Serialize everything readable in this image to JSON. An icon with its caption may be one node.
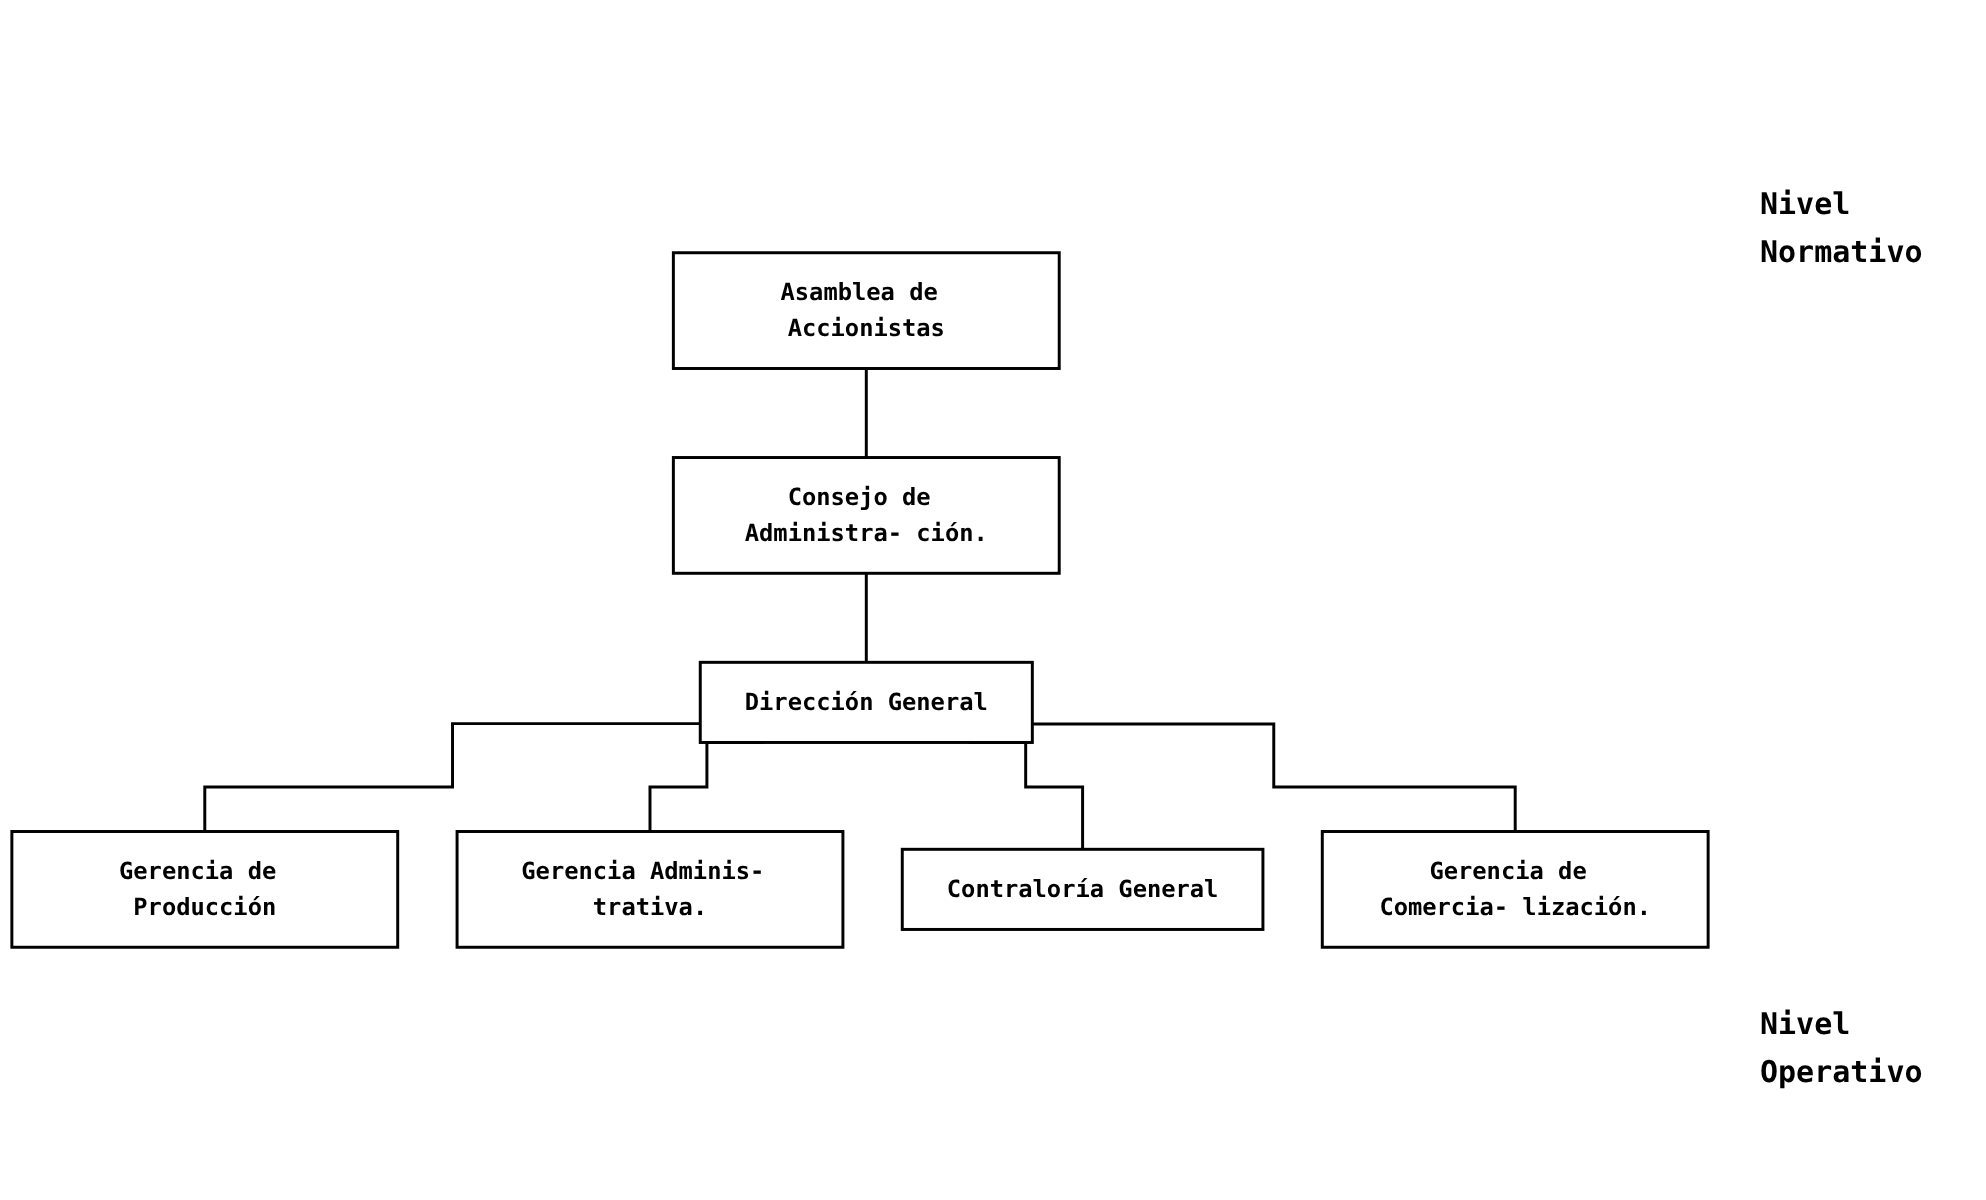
{
  "diagram": {
    "nodes": [
      {
        "text": [
          "Asamblea de Accionistas"
        ]
      },
      {
        "text": [
          "Consejo de Administra- ción."
        ]
      },
      {
        "text": [
          "Dirección General"
        ]
      },
      {
        "text": [
          "Gerencia de Producción"
        ]
      },
      {
        "text": [
          "Gerencia Adminis- trativa."
        ]
      },
      {
        "text": [
          "Contraloría General"
        ]
      },
      {
        "text": [
          "Gerencia de Comercia- lización."
        ]
      }
    ],
    "edges": [
      {
        "from": 0,
        "to": 1,
        "arrow": "none"
      },
      {
        "from": 1,
        "to": 2,
        "arrow": "none"
      },
      {
        "from": 2,
        "to": 3,
        "arrow": "none"
      },
      {
        "from": 2,
        "to": 4,
        "arrow": "none"
      },
      {
        "from": 2,
        "to": 5,
        "arrow": "none"
      },
      {
        "from": 2,
        "to": 6,
        "arrow": "none"
      }
    ],
    "labels": [
      "Nivel Normativo",
      "Nivel Operativo"
    ]
  }
}
